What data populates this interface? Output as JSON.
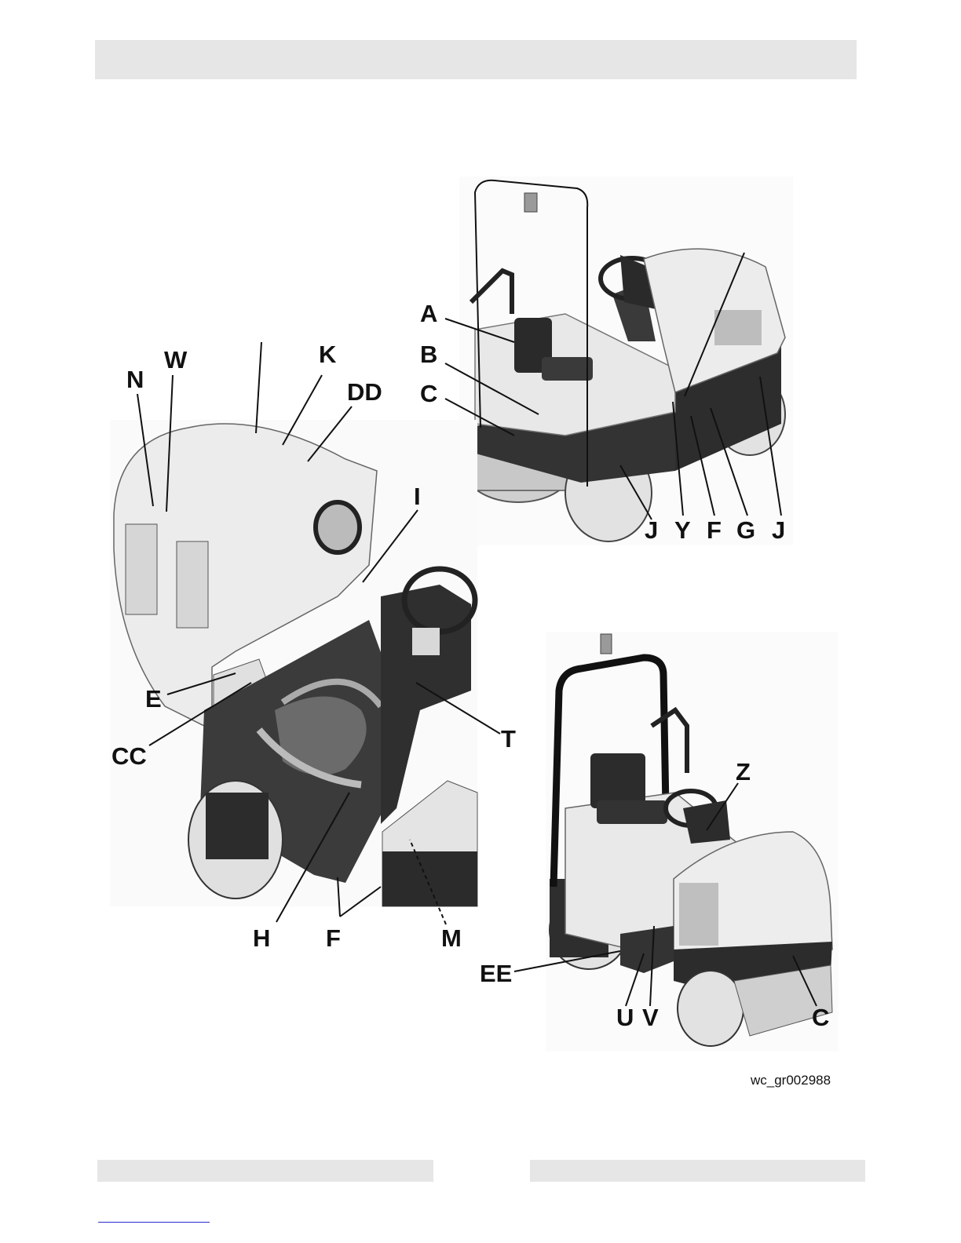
{
  "figure": {
    "reference_id": "wc_gr002988",
    "labels": {
      "A": "A",
      "B": "B",
      "C": "C",
      "D_D": "DD",
      "E": "E",
      "F": "F",
      "G": "G",
      "H": "H",
      "I": "I",
      "J": "J",
      "K": "K",
      "M": "M",
      "N": "N",
      "T": "T",
      "U": "U",
      "V": "V",
      "W": "W",
      "Y": "Y",
      "Z": "Z",
      "CC": "CC",
      "EE": "EE"
    }
  }
}
